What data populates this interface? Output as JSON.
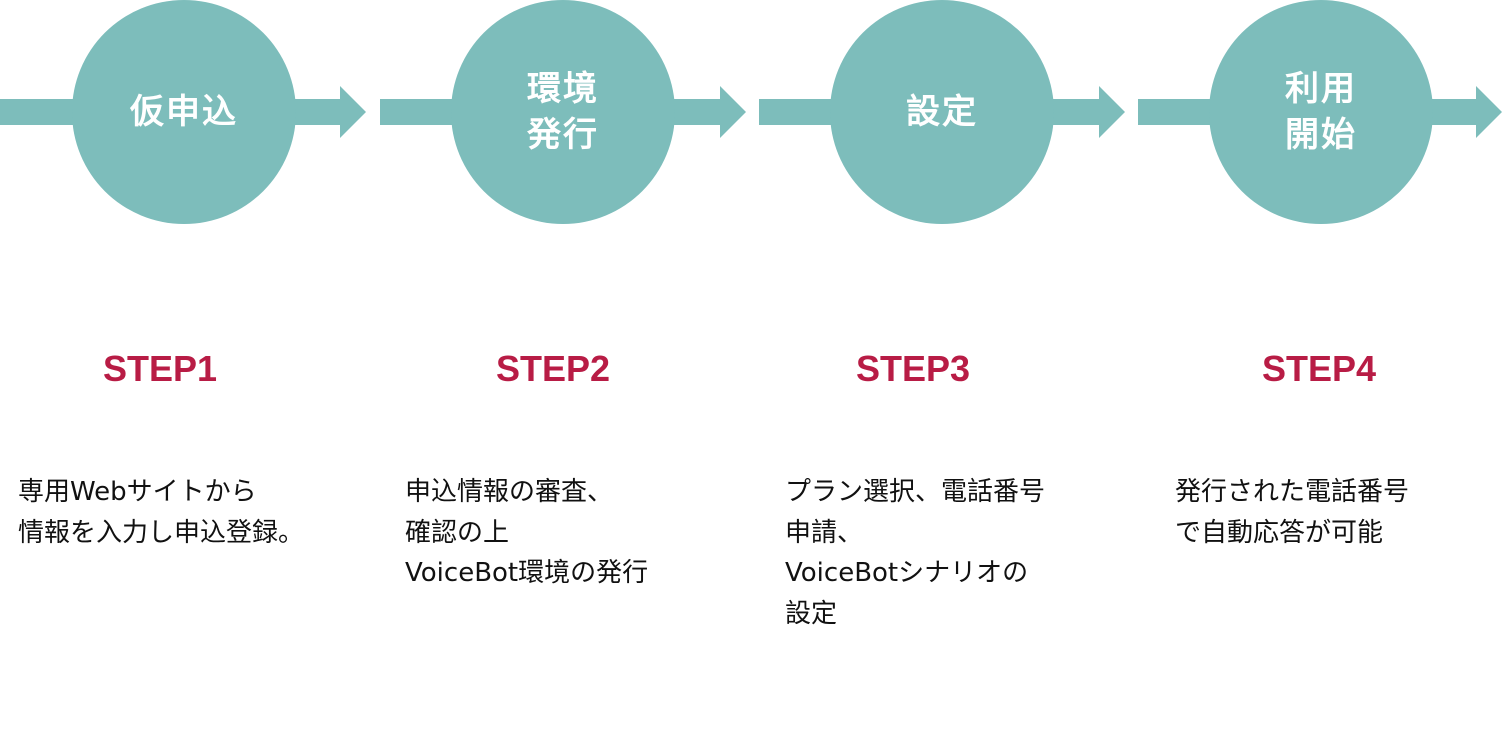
{
  "colors": {
    "circle": "#7dbdbb",
    "step_label": "#b81c45",
    "text": "#111111"
  },
  "steps": [
    {
      "circle_label": "仮申込",
      "step_label": "STEP1",
      "description": "専用Webサイトから\n情報を入力し申込登録。"
    },
    {
      "circle_label": "環境\n発行",
      "step_label": "STEP2",
      "description": "申込情報の審査、\n確認の上\nVoiceBot環境の発行"
    },
    {
      "circle_label": "設定",
      "step_label": "STEP3",
      "description": "プラン選択、電話番号\n申請、\nVoiceBotシナリオの\n設定"
    },
    {
      "circle_label": "利用\n開始",
      "step_label": "STEP4",
      "description": "発行された電話番号\nで自動応答が可能"
    }
  ]
}
